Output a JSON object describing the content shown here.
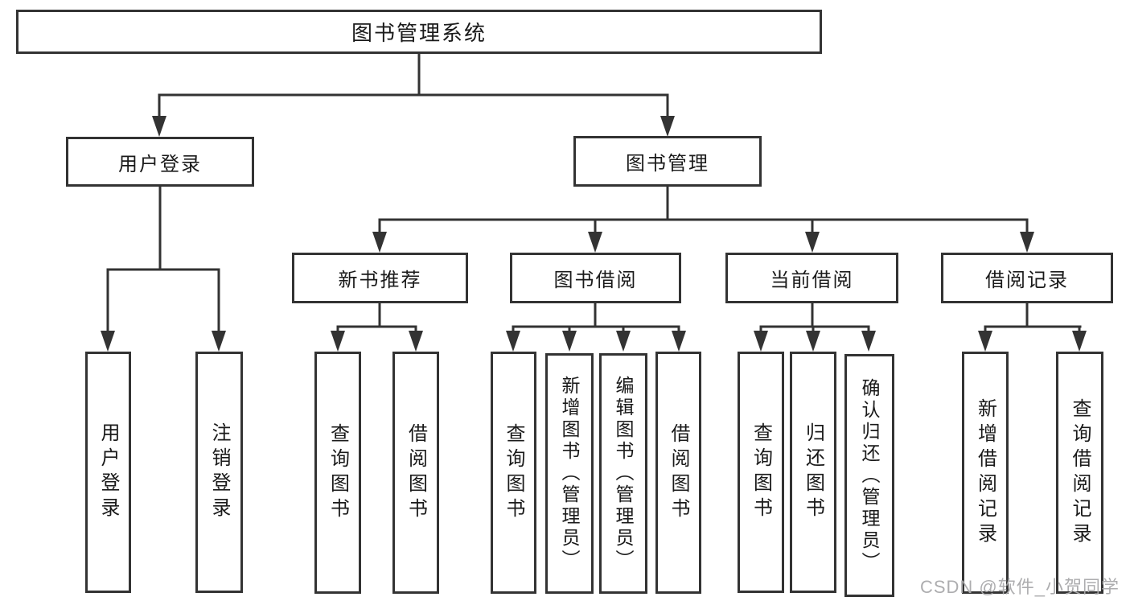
{
  "diagram": {
    "root": {
      "label": "图书管理系统"
    },
    "branches": [
      {
        "label": "用户登录",
        "children": [
          {
            "label": "用户登录"
          },
          {
            "label": "注销登录"
          }
        ]
      },
      {
        "label": "图书管理",
        "children": [
          {
            "label": "新书推荐",
            "children": [
              {
                "label": "查询图书"
              },
              {
                "label": "借阅图书"
              }
            ]
          },
          {
            "label": "图书借阅",
            "children": [
              {
                "label": "查询图书"
              },
              {
                "label": "新增图书（管理员）"
              },
              {
                "label": "编辑图书（管理员）"
              },
              {
                "label": "借阅图书"
              }
            ]
          },
          {
            "label": "当前借阅",
            "children": [
              {
                "label": "查询图书"
              },
              {
                "label": "归还图书"
              },
              {
                "label": "确认归还（管理员）"
              }
            ]
          },
          {
            "label": "借阅记录",
            "children": [
              {
                "label": "新增借阅记录"
              },
              {
                "label": "查询借阅记录"
              }
            ]
          }
        ]
      }
    ]
  },
  "watermark": {
    "text": "CSDN @软件_小贺同学"
  },
  "colors": {
    "line": "#333333",
    "box_border": "#333333",
    "box_fill": "#ffffff",
    "text": "#1a1a1a",
    "watermark": "#a9a9ab",
    "background": "#ffffff"
  }
}
